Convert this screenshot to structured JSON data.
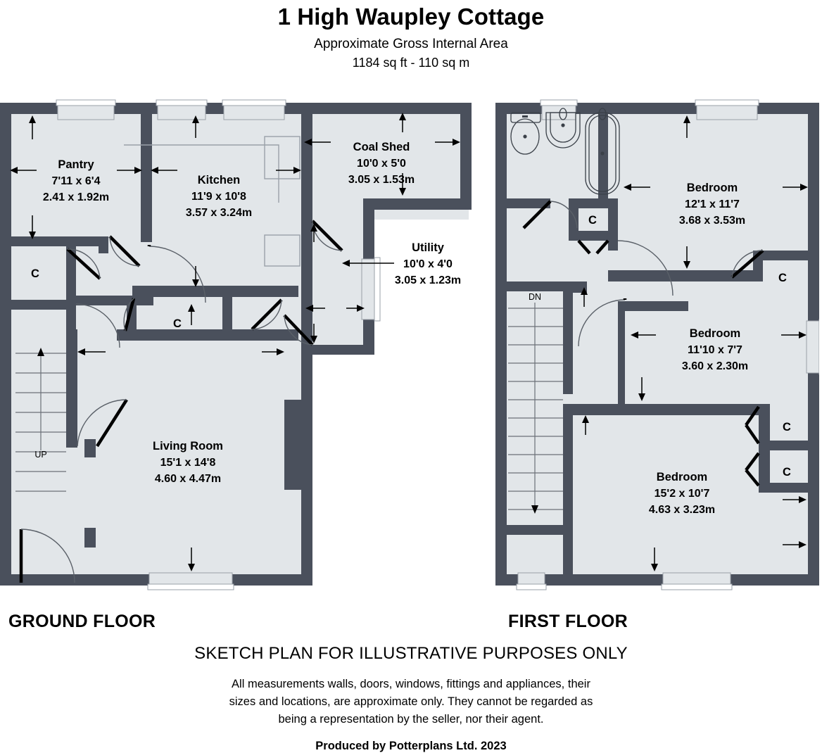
{
  "header": {
    "title": "1 High Waupley Cottage",
    "subtitle": "Approximate Gross Internal Area",
    "area": "1184 sq ft - 110 sq m"
  },
  "floors": [
    {
      "id": "ground",
      "caption": "GROUND FLOOR"
    },
    {
      "id": "first",
      "caption": "FIRST FLOOR"
    }
  ],
  "ground_floor": {
    "caption": "GROUND FLOOR",
    "rooms": [
      {
        "name": "Pantry",
        "imperial": "7'11 x 6'4",
        "metric": "2.41 x 1.92m"
      },
      {
        "name": "Kitchen",
        "imperial": "11'9 x 10'8",
        "metric": "3.57 x 3.24m"
      },
      {
        "name": "Coal Shed",
        "imperial": "10'0 x 5'0",
        "metric": "3.05 x 1.53m"
      },
      {
        "name": "Utility",
        "imperial": "10'0 x 4'0",
        "metric": "3.05 x 1.23m"
      },
      {
        "name": "Living Room",
        "imperial": "15'1 x 14'8",
        "metric": "4.60 x 4.47m"
      }
    ],
    "cupboards": [
      "C",
      "C"
    ],
    "stairs": {
      "label": "UP"
    }
  },
  "first_floor": {
    "caption": "FIRST FLOOR",
    "rooms": [
      {
        "name": "Bedroom",
        "imperial": "12'1 x 11'7",
        "metric": "3.68 x 3.53m"
      },
      {
        "name": "Bedroom",
        "imperial": "11'10 x 7'7",
        "metric": "3.60 x 2.30m"
      },
      {
        "name": "Bedroom",
        "imperial": "15'2 x 10'7",
        "metric": "4.63 x 3.23m"
      }
    ],
    "cupboards": [
      "C",
      "C",
      "C"
    ],
    "stairs": {
      "label": "DN"
    }
  },
  "footer": {
    "note": "SKETCH PLAN FOR ILLUSTRATIVE PURPOSES ONLY",
    "disclaimer_line1": "All measurements walls, doors, windows, fittings and appliances, their",
    "disclaimer_line2": "sizes and locations, are approximate only. They cannot be regarded as",
    "disclaimer_line3": "being a representation by the seller, nor their agent.",
    "producer": "Produced by Potterplans Ltd. 2023"
  },
  "colors": {
    "wall": "#4a505c",
    "room_fill": "#e2e6e9",
    "text": "#000000",
    "background": "#ffffff"
  }
}
